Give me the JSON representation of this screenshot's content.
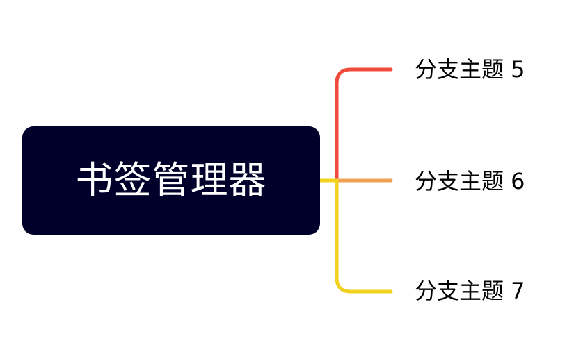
{
  "root": {
    "label": "书签管理器",
    "color": "#00002a"
  },
  "branches": [
    {
      "label": "分支主题 5",
      "color": "#f04a3c"
    },
    {
      "label": "分支主题 6",
      "color": "#f0a050"
    },
    {
      "label": "分支主题 7",
      "color": "#f2d21e"
    }
  ]
}
